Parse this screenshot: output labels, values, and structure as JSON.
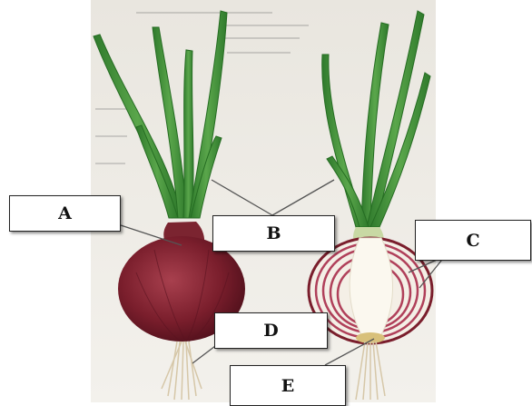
{
  "labels": {
    "a": "A",
    "b": "B",
    "c": "C",
    "d": "D",
    "e": "E"
  },
  "colors": {
    "onion_skin": "#7a1e2c",
    "onion_inner_white": "#f4efe6",
    "onion_ring": "#b0405a",
    "leaf_green": "#3f8f3a",
    "roots": "#d9cbb0",
    "leader_line": "#555555"
  },
  "icons": [
    "whole-onion-drawing",
    "cut-onion-drawing"
  ]
}
